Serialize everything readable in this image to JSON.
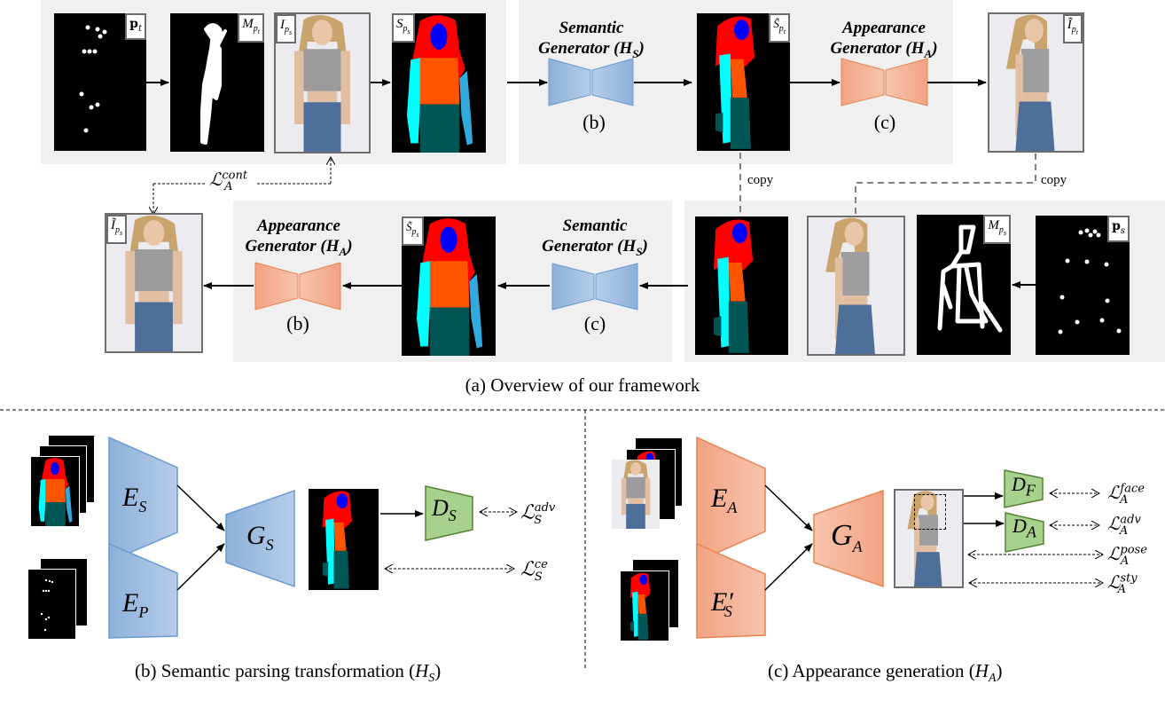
{
  "overview": {
    "caption": "(a) Overview of our framework",
    "top_row": {
      "target_pose_tag": "p",
      "target_pose_sub": "t",
      "target_mask_tag": "M",
      "target_mask_sub": "p",
      "target_mask_subsub": "t",
      "source_image_tag": "I",
      "source_image_sub": "p",
      "source_image_subsub": "s",
      "source_parsing_tag": "S",
      "source_parsing_sub": "p",
      "source_parsing_subsub": "s",
      "semantic_generator_line1": "Semantic",
      "semantic_generator_line2": "Generator (",
      "semantic_generator_H": "H",
      "semantic_generator_sub": "S",
      "semantic_generator_ref": "(b)",
      "predicted_parsing_tag": "S̃",
      "predicted_parsing_sub": "p",
      "predicted_parsing_subsub": "t",
      "appearance_generator_line1": "Appearance",
      "appearance_generator_line2": "Generator (",
      "appearance_generator_H": "H",
      "appearance_generator_sub": "A",
      "appearance_generator_ref": "(c)",
      "output_image_tag": "Ĩ",
      "output_image_sub": "p",
      "output_image_subsub": "t"
    },
    "bottom_row": {
      "reconstructed_image_tag": "Ĩ",
      "reconstructed_image_sub": "p",
      "reconstructed_image_subsub": "s",
      "appearance_generator_line1": "Appearance",
      "appearance_generator_line2": "Generator (",
      "appearance_generator_H": "H",
      "appearance_generator_sub": "A",
      "appearance_generator_ref": "(b)",
      "reconstructed_parsing_tag": "S̃",
      "reconstructed_parsing_sub": "p",
      "reconstructed_parsing_subsub": "s",
      "semantic_generator_line1": "Semantic",
      "semantic_generator_line2": "Generator (",
      "semantic_generator_H": "H",
      "semantic_generator_sub": "S",
      "semantic_generator_ref": "(c)",
      "source_mask_tag": "M",
      "source_mask_sub": "p",
      "source_mask_subsub": "s",
      "source_pose_tag": "p",
      "source_pose_sub": "s"
    },
    "copy_label_1": "copy",
    "copy_label_2": "copy",
    "content_loss": {
      "symbol": "ℒ",
      "sup": "cont",
      "sub": "A"
    }
  },
  "semantic_panel": {
    "caption_prefix": "(b) Semantic parsing transformation (",
    "caption_H": "H",
    "caption_sub": "S",
    "caption_suffix": ")",
    "encoder_s": {
      "letter": "E",
      "sub": "S"
    },
    "encoder_p": {
      "letter": "E",
      "sub": "P"
    },
    "generator": {
      "letter": "G",
      "sub": "S"
    },
    "discriminator": {
      "letter": "D",
      "sub": "S"
    },
    "losses": [
      {
        "symbol": "ℒ",
        "sup": "adv",
        "sub": "S"
      },
      {
        "symbol": "ℒ",
        "sup": "ce",
        "sub": "S"
      }
    ]
  },
  "appearance_panel": {
    "caption_prefix": "(c) Appearance generation (",
    "caption_H": "H",
    "caption_sub": "A",
    "caption_suffix": ")",
    "encoder_a": {
      "letter": "E",
      "sub": "A"
    },
    "encoder_s": {
      "letter": "E′",
      "sub": "S"
    },
    "generator": {
      "letter": "G",
      "sub": "A"
    },
    "discriminator_face": {
      "letter": "D",
      "sub": "F"
    },
    "discriminator_a": {
      "letter": "D",
      "sub": "A"
    },
    "losses": [
      {
        "symbol": "ℒ",
        "sup": "face",
        "sub": "A"
      },
      {
        "symbol": "ℒ",
        "sup": "adv",
        "sub": "A"
      },
      {
        "symbol": "ℒ",
        "sup": "pose",
        "sub": "A"
      },
      {
        "symbol": "ℒ",
        "sup": "sty",
        "sub": "A"
      }
    ]
  },
  "colors": {
    "panel_bg": "#f0f0f0",
    "semantic_blue": "#8fb3dc",
    "semantic_stroke": "#6a9bd1",
    "appearance_orange": "#f2a98a",
    "appearance_stroke": "#e8834f",
    "discriminator_green": "#a9d18e",
    "discriminator_stroke": "#548235",
    "parsing_hair": "#ff0000",
    "parsing_face": "#0000ff",
    "parsing_top": "#ff5500",
    "parsing_arm_left": "#00ffff",
    "parsing_arm_right": "#33aadd",
    "parsing_pants": "#005555"
  }
}
